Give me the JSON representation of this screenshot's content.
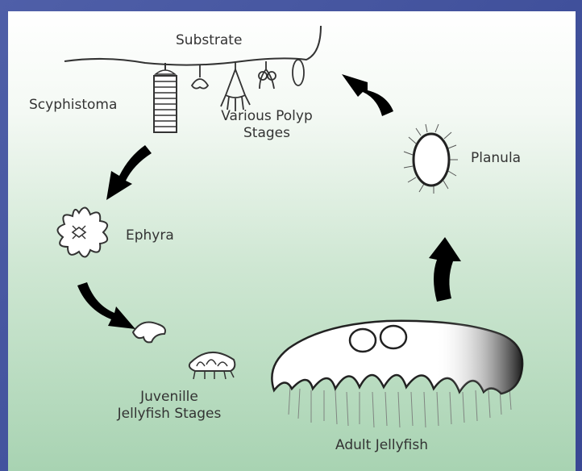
{
  "diagram": {
    "labels": {
      "substrate": "Substrate",
      "scyphistoma": "Scyphistoma",
      "polyp_line1": "Various Polyp",
      "polyp_line2": "Stages",
      "planula": "Planula",
      "ephyra": "Ephyra",
      "juvenile_line1": "Juvenille",
      "juvenile_line2": "Jellyfish Stages",
      "adult": "Adult Jellyfish"
    },
    "colors": {
      "frame": "#4a5aa3",
      "background_top": "#ffffff",
      "background_bottom": "#a8d3b2",
      "arrow": "#000000",
      "line": "#333333"
    },
    "icons": [
      "substrate-line",
      "scyphistoma-icon",
      "polyp-icon",
      "planula-icon",
      "ephyra-icon",
      "juvenile-jellyfish-icon",
      "adult-jellyfish-icon",
      "cycle-arrow-icon"
    ]
  }
}
